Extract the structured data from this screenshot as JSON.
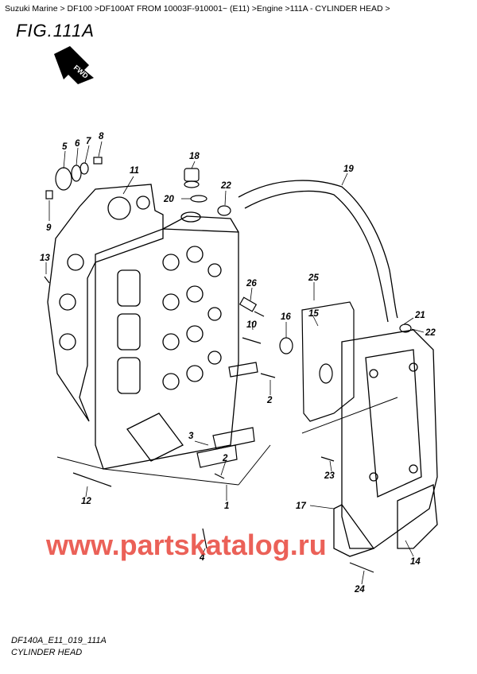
{
  "breadcrumb": "Suzuki Marine > DF100 >DF100AT FROM 10003F-910001~ (E11) >Engine >111A - CYLINDER HEAD >",
  "figure_title": "FIG.111A",
  "fwd_label": "FWD",
  "watermark": "www.partskatalog.ru",
  "watermark_color": "#e8463c",
  "footer": {
    "code": "DF140A_E11_019_111A",
    "name": "CYLINDER HEAD"
  },
  "callouts": [
    "1",
    "2",
    "2",
    "3",
    "4",
    "5",
    "6",
    "7",
    "8",
    "9",
    "10",
    "11",
    "12",
    "13",
    "14",
    "15",
    "16",
    "17",
    "18",
    "19",
    "20",
    "21",
    "22",
    "22",
    "23",
    "24",
    "25",
    "26"
  ]
}
